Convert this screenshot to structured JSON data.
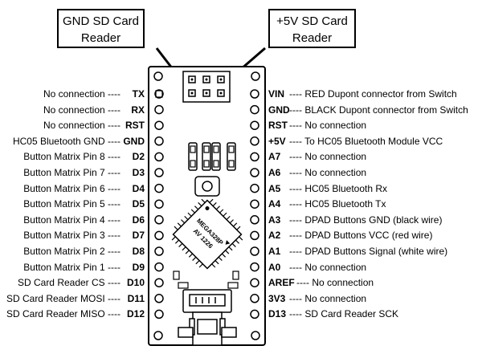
{
  "callouts": {
    "gnd": {
      "line1": "GND SD Card",
      "line2": "Reader"
    },
    "vcc": {
      "line1": "+5V SD Card",
      "line2": "Reader"
    }
  },
  "chip": {
    "line1": "MEGA328P",
    "line2": "AV 1226"
  },
  "left_pins": [
    {
      "desc": "No connection ----",
      "pin": "TX"
    },
    {
      "desc": "No connection ----",
      "pin": "RX"
    },
    {
      "desc": "No connection ----",
      "pin": "RST"
    },
    {
      "desc": "HC05 Bluetooth GND ----",
      "pin": "GND"
    },
    {
      "desc": "Button Matrix Pin 8 ----",
      "pin": "D2"
    },
    {
      "desc": "Button Matrix Pin 7 ----",
      "pin": "D3"
    },
    {
      "desc": "Button Matrix Pin 6 ----",
      "pin": "D4"
    },
    {
      "desc": "Button Matrix Pin 5 ----",
      "pin": "D5"
    },
    {
      "desc": "Button Matrix Pin 4 ----",
      "pin": "D6"
    },
    {
      "desc": "Button Matrix Pin 3 ----",
      "pin": "D7"
    },
    {
      "desc": "Button Matrix Pin 2 ----",
      "pin": "D8"
    },
    {
      "desc": "Button Matrix Pin 1 ----",
      "pin": "D9"
    },
    {
      "desc": "SD Card Reader CS ----",
      "pin": "D10"
    },
    {
      "desc": "SD Card Reader MOSI ----",
      "pin": "D11"
    },
    {
      "desc": "SD Card Reader MISO ----",
      "pin": "D12"
    }
  ],
  "right_pins": [
    {
      "pin": "VIN",
      "desc": "---- RED Dupont connector from Switch"
    },
    {
      "pin": "GND",
      "desc": "---- BLACK Dupont connector from Switch"
    },
    {
      "pin": "RST",
      "desc": "---- No connection"
    },
    {
      "pin": "+5V",
      "desc": "---- To HC05 Bluetooth Module VCC"
    },
    {
      "pin": "A7",
      "desc": "---- No connection"
    },
    {
      "pin": "A6",
      "desc": "---- No connection"
    },
    {
      "pin": "A5",
      "desc": "---- HC05 Bluetooth Rx"
    },
    {
      "pin": "A4",
      "desc": "---- HC05 Bluetooth Tx"
    },
    {
      "pin": "A3",
      "desc": "---- DPAD Buttons GND (black wire)"
    },
    {
      "pin": "A2",
      "desc": "---- DPAD Buttons VCC (red wire)"
    },
    {
      "pin": "A1",
      "desc": "---- DPAD Buttons Signal (white wire)"
    },
    {
      "pin": "A0",
      "desc": "---- No connection"
    },
    {
      "pin": "AREF",
      "desc": "---- No connection"
    },
    {
      "pin": "3V3",
      "desc": "---- No connection"
    },
    {
      "pin": "D13",
      "desc": "---- SD Card Reader SCK"
    }
  ]
}
